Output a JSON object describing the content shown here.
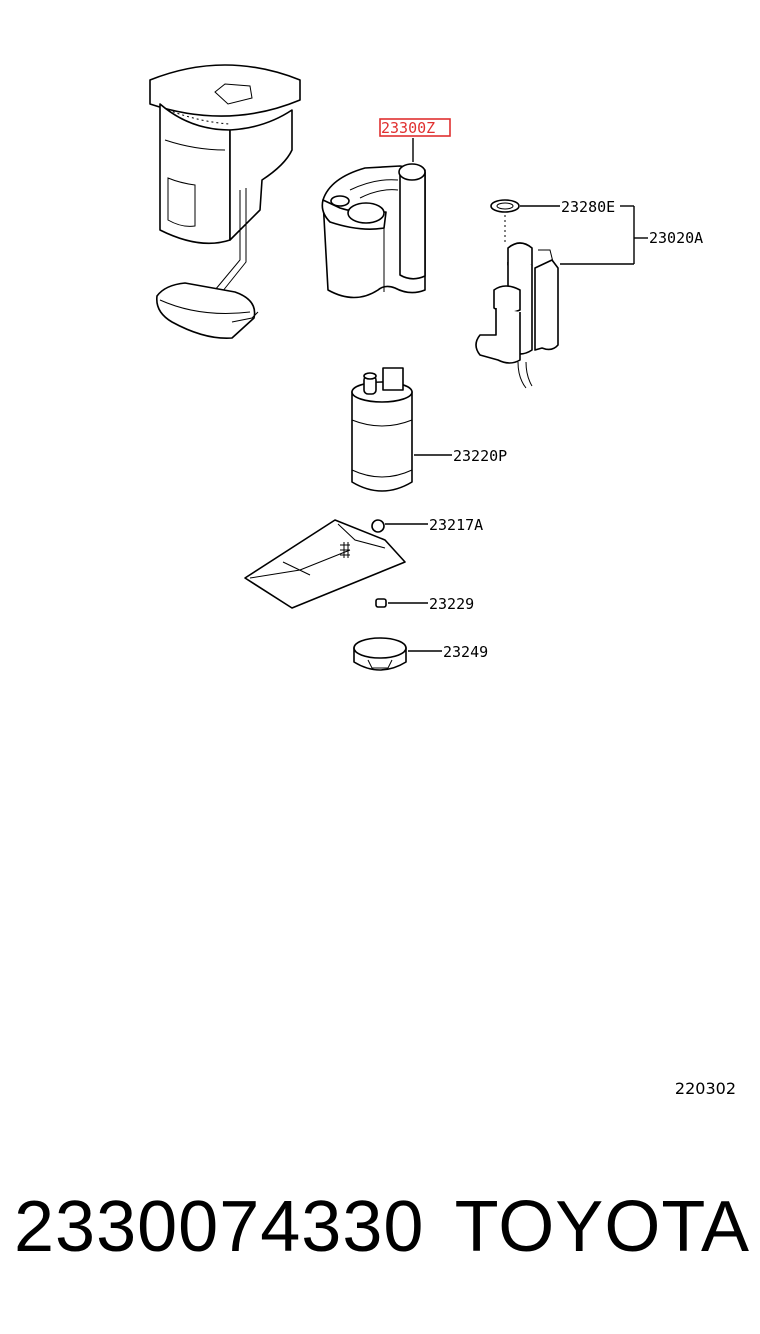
{
  "callouts": {
    "c1": "23300Z",
    "c2": "23280E",
    "c3": "23020A",
    "c4": "23220P",
    "c5": "23217A",
    "c6": "23229",
    "c7": "23249"
  },
  "highlight_color": "#e03030",
  "diagram_code": "220302",
  "footer": {
    "part_number": "2330074330",
    "brand": "TOYOTA"
  }
}
